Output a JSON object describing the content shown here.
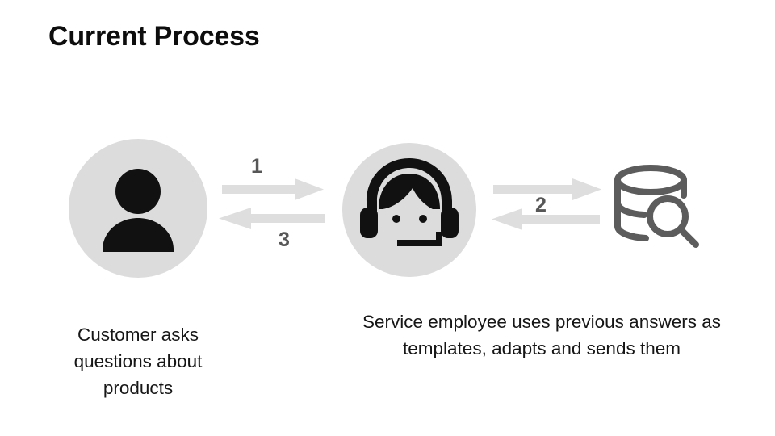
{
  "slide": {
    "title": "Current Process",
    "background_color": "#ffffff",
    "title_color": "#0d0d0d"
  },
  "palette": {
    "badge_fill": "#dcdcdc",
    "icon_dark": "#111111",
    "arrow_fill": "#dedede",
    "number_color": "#575757",
    "db_icon_color": "#5c5c5c",
    "caption_color": "#161616"
  },
  "nodes": [
    {
      "id": "customer",
      "icon": "person-icon",
      "caption": "Customer asks questions about products"
    },
    {
      "id": "agent",
      "icon": "headset-support-agent-icon",
      "caption": "Service employee uses previous answers as templates, adapts and sends them"
    },
    {
      "id": "knowledge-base",
      "icon": "database-search-icon",
      "caption": ""
    }
  ],
  "arrows": [
    {
      "id": "arrow-1",
      "label": "1",
      "direction": "right",
      "from": "customer",
      "to": "agent"
    },
    {
      "id": "arrow-3",
      "label": "3",
      "direction": "left",
      "from": "agent",
      "to": "customer"
    },
    {
      "id": "arrow-2",
      "label": "2",
      "direction": "right",
      "from": "agent",
      "to": "knowledge-base"
    },
    {
      "id": "arrow-4",
      "label": "",
      "direction": "left",
      "from": "knowledge-base",
      "to": "agent"
    }
  ],
  "captions": {
    "customer": "Customer asks questions about products",
    "agent": "Service employee uses previous answers as templates, adapts and sends them"
  },
  "steps": {
    "one": "1",
    "two": "2",
    "three": "3"
  }
}
